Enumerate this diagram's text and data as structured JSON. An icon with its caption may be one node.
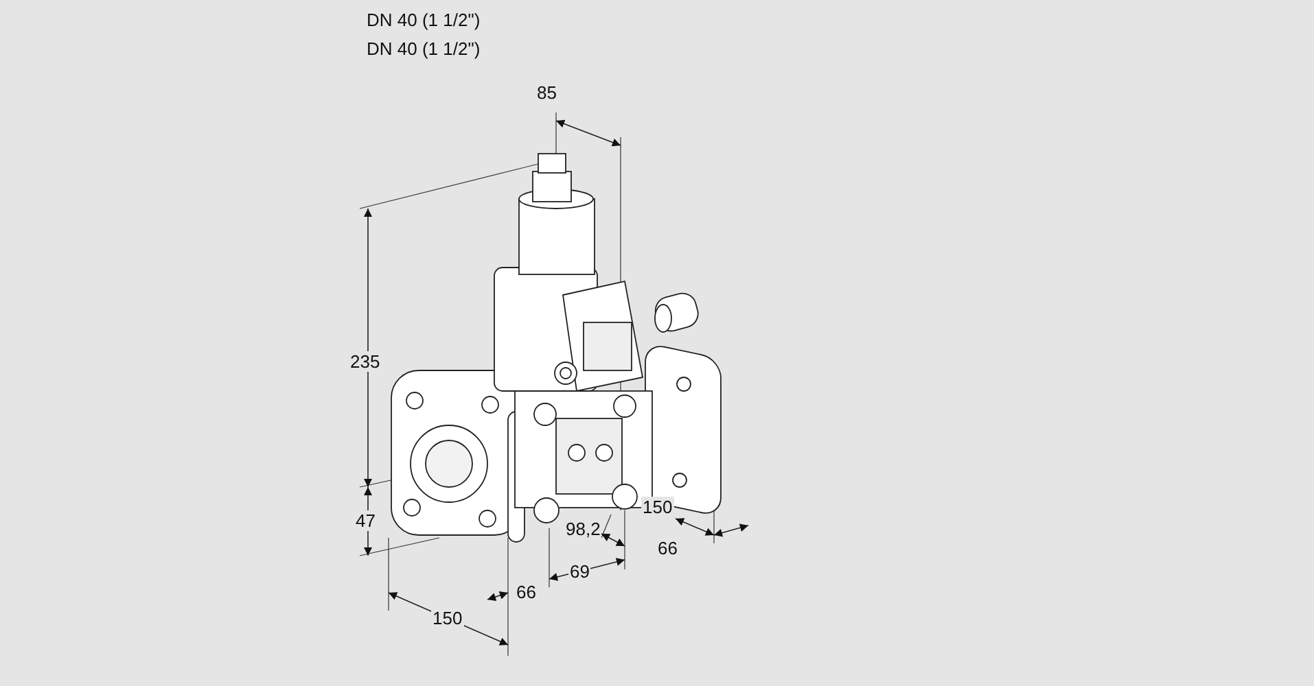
{
  "diagram": {
    "labels": [
      "DN 40 (1 1/2\")",
      "DN 40 (1 1/2\")",
      "85",
      "235",
      "47",
      "98,2",
      "150",
      "66",
      "69",
      "66",
      "150"
    ]
  }
}
